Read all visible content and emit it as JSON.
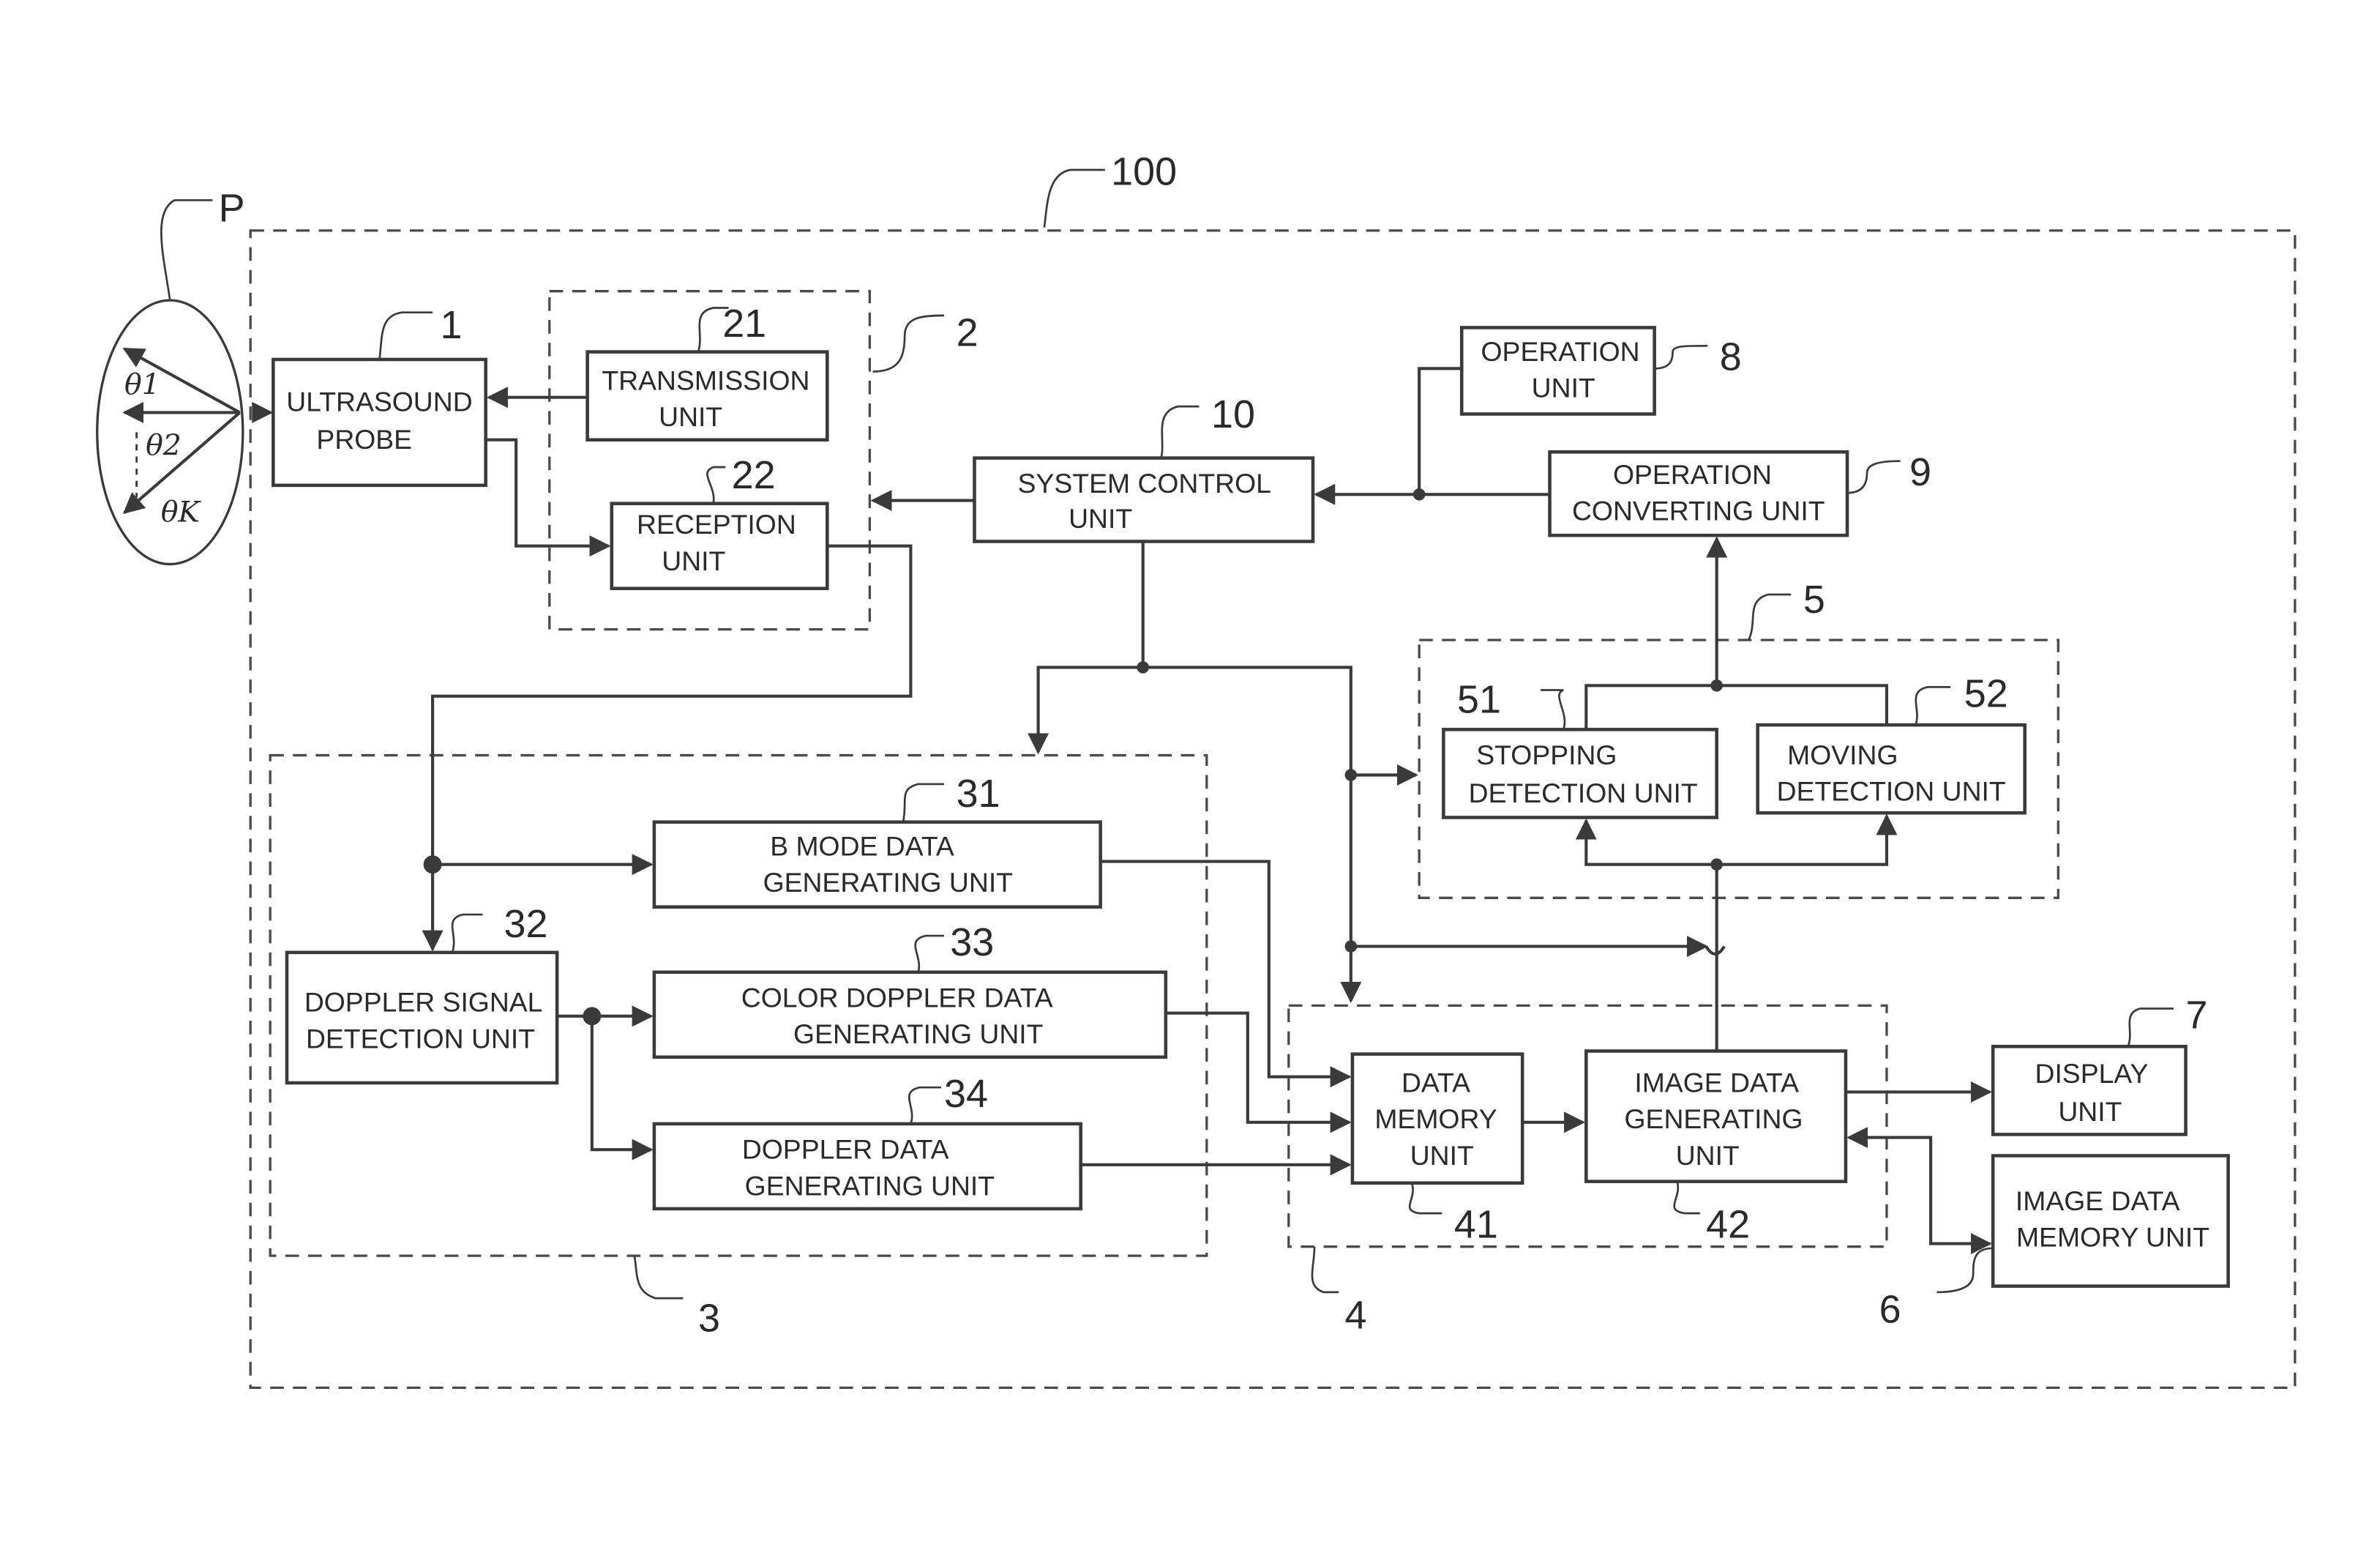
{
  "figure": {
    "system_ref": "100",
    "subject": {
      "ref": "P",
      "angles": [
        "θ1",
        "θ2",
        "θK"
      ]
    },
    "units": {
      "ultrasound_probe": {
        "ref": "1",
        "lines": [
          "ULTRASOUND",
          "PROBE"
        ]
      },
      "transmission": {
        "ref": "21",
        "lines": [
          "TRANSMISSION",
          "UNIT"
        ]
      },
      "reception": {
        "ref": "22",
        "lines": [
          "RECEPTION",
          "UNIT"
        ]
      },
      "system_control": {
        "ref": "10",
        "lines": [
          "SYSTEM CONTROL",
          "UNIT"
        ]
      },
      "operation": {
        "ref": "8",
        "lines": [
          "OPERATION",
          "UNIT"
        ]
      },
      "operation_converting": {
        "ref": "9",
        "lines": [
          "OPERATION",
          "CONVERTING UNIT"
        ]
      },
      "stopping_detection": {
        "ref": "51",
        "lines": [
          "STOPPING",
          "DETECTION UNIT"
        ]
      },
      "moving_detection": {
        "ref": "52",
        "lines": [
          "MOVING",
          "DETECTION UNIT"
        ]
      },
      "b_mode": {
        "ref": "31",
        "lines": [
          "B MODE DATA",
          "GENERATING UNIT"
        ]
      },
      "doppler_signal": {
        "ref": "32",
        "lines": [
          "DOPPLER SIGNAL",
          "DETECTION UNIT"
        ]
      },
      "color_doppler": {
        "ref": "33",
        "lines": [
          "COLOR DOPPLER  DATA",
          "GENERATING UNIT"
        ]
      },
      "doppler_data": {
        "ref": "34",
        "lines": [
          "DOPPLER DATA",
          "GENERATING UNIT"
        ]
      },
      "data_memory": {
        "ref": "41",
        "lines": [
          "DATA",
          "MEMORY",
          "UNIT"
        ]
      },
      "image_data_generating": {
        "ref": "42",
        "lines": [
          "IMAGE DATA",
          "GENERATING",
          "UNIT"
        ]
      },
      "display": {
        "ref": "7",
        "lines": [
          "DISPLAY",
          "UNIT"
        ]
      },
      "image_data_memory": {
        "ref": "6",
        "lines": [
          "IMAGE DATA",
          "MEMORY UNIT"
        ]
      }
    },
    "groups": {
      "transceiver": {
        "ref": "2"
      },
      "data_generation": {
        "ref": "3"
      },
      "image_generation": {
        "ref": "4"
      },
      "detection": {
        "ref": "5"
      }
    }
  }
}
